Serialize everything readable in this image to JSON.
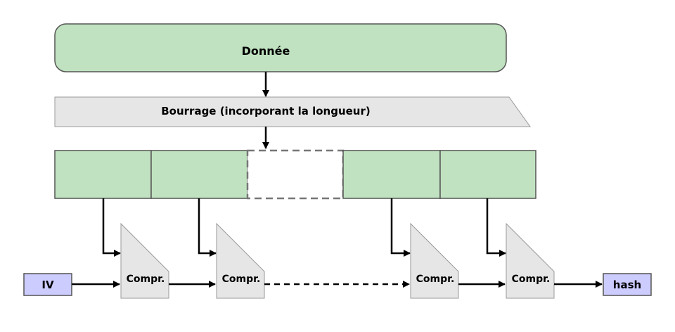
{
  "data_block": {
    "label": "Donnée"
  },
  "padding": {
    "label": "Bourrage (incorporant la longueur)"
  },
  "iv": {
    "label": "IV"
  },
  "hash": {
    "label": "hash"
  },
  "compressors": [
    {
      "label": "Compr."
    },
    {
      "label": "Compr."
    },
    {
      "label": "Compr."
    },
    {
      "label": "Compr."
    }
  ],
  "colors": {
    "green_fill": "#c0e2c0",
    "grey_fill": "#e6e6e6",
    "purple_fill": "#ccccff",
    "stroke": "#555555",
    "dashed_stroke": "#777777",
    "arrow": "#000000"
  }
}
